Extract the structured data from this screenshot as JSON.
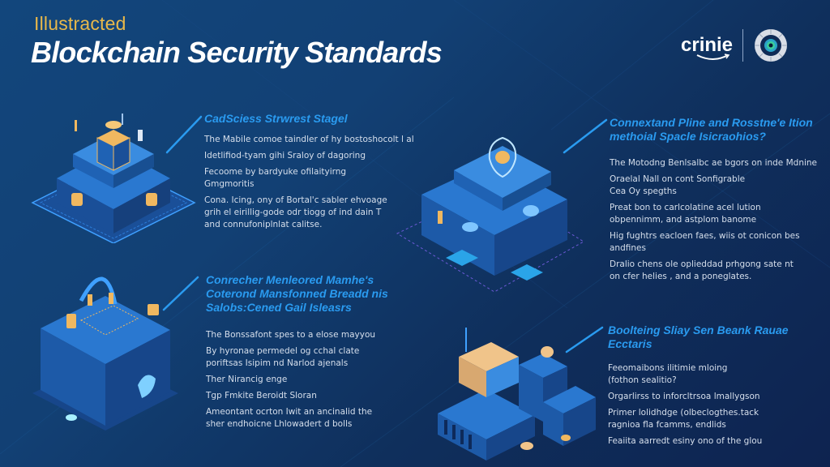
{
  "header": {
    "kicker": "Illustracted",
    "title": "Blockchain Security Standards"
  },
  "logo": {
    "wordmark": "crinie",
    "badge_icon": "eye-gear-icon"
  },
  "colors": {
    "background_top": "#12467c",
    "background_bottom": "#0e2350",
    "kicker": "#e8b84a",
    "title": "#ffffff",
    "section_heading": "#2a9bf0",
    "body_text": "#d6dfec",
    "illustration_blue": "#1f6fc4",
    "illustration_gold": "#f0b860"
  },
  "sections": [
    {
      "heading": [
        "CadSciess Strwrest Stagel"
      ],
      "body": [
        [
          "The Mabile comoe taindler of hy bostoshocolt l al"
        ],
        [
          "Idetlifiod-tyam gihi Sraloy of dagoring"
        ],
        [
          "Fecoome by bardyuke ofilaityirng",
          "Gmgmoritis"
        ],
        [
          "Cona. Icing, ony of Bortal'c sabler ehvoage",
          "grih el eirillig-gode odr tiogg of ind dain T",
          "and connufoniplnlat calitse."
        ]
      ],
      "illustration": "isometric-vault-building"
    },
    {
      "heading": [
        "Connextand Pline and",
        "Rosstne'e Ition methoial",
        "Spacle Isicraohios?"
      ],
      "body": [
        [
          "The Motodng Benlsalbc ae bgors on inde Mdnine"
        ],
        [
          "Oraelal Nall on cont Sonfigrable",
          "Cea Oy spegths"
        ],
        [
          "Preat bon to carlcolatine acel lution",
          "obpennimm, and astplom banome"
        ],
        [
          "Hig fughtrs eacloen faes, wiis ot conicon bes",
          "andfines"
        ],
        [
          "Dralio chens ole oplieddad prhgong sate nt",
          "on cfer helies , and a poneglates."
        ]
      ],
      "illustration": "isometric-shield-platform"
    },
    {
      "heading": [
        "Conrecher Menleored Mamhe's",
        "Coterond Mansfonned Breadd nis",
        "Salobs:Cened Gail Isleasrs"
      ],
      "body": [
        [
          "The Bonssafont spes to a elose mayyou"
        ],
        [
          "By hyronae permedel og cchal clate",
          "poriftsas Isipim nd Narlod ajenals"
        ],
        [
          "Ther Nirancig enge"
        ],
        [
          "Tgp Fmkite Beroidt Sloran"
        ],
        [
          "Ameontant ocrton Iwit an ancinalid the",
          "sher endhoicne Lhlowadert d bolls"
        ]
      ],
      "illustration": "isometric-server-cube"
    },
    {
      "heading": [
        "Boolteing Sliay Sen Beank",
        "Rauae Ecctaris"
      ],
      "body": [
        [
          "Feeomaibons ilitimie mloing",
          "(fothon sealitio?"
        ],
        [
          "Orgarlirss to inforcltrsoa lmallygson"
        ],
        [
          "Primer lolidhdge (olbeclogthes.tack",
          "ragnioa fla fcamms, endlids"
        ],
        [
          "Feaiita aarredt esiny ono of the glou"
        ]
      ],
      "illustration": "isometric-bank-complex"
    }
  ]
}
